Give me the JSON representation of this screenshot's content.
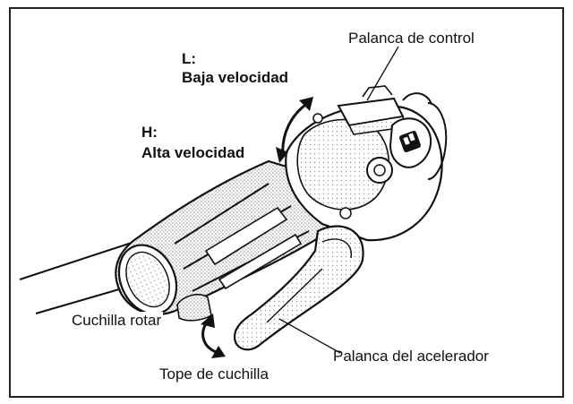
{
  "labels": {
    "control_lever": "Palanca de control",
    "low_code": "L:",
    "low_text": "Baja velocidad",
    "high_code": "H:",
    "high_text": "Alta velocidad",
    "rotate_blade": "Cuchilla rotar",
    "blade_stop": "Tope de cuchilla",
    "throttle_lever": "Palanca del acelerador"
  }
}
